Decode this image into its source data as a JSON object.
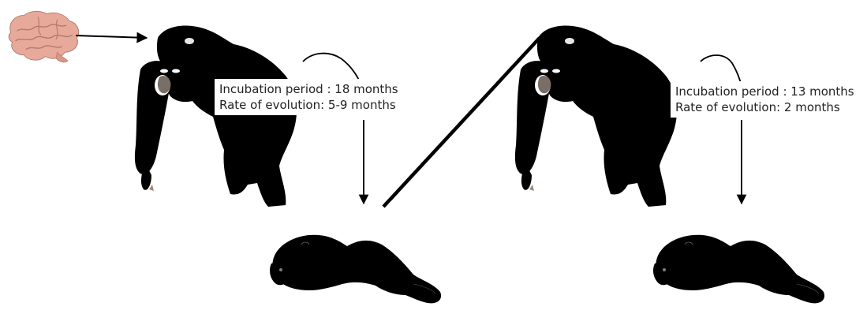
{
  "captions": [
    {
      "incubation": "Incubation period : 18 months",
      "evolution": "Rate of evolution: 5-9 months"
    },
    {
      "incubation": "Incubation period : 13 months",
      "evolution": "Rate of evolution: 2 months"
    }
  ],
  "icons": {
    "brain": "brain-icon",
    "sick_primate": "standing-primate-silhouette",
    "dead_primate": "lying-primate-silhouette"
  },
  "colors": {
    "silhouette": "#000000",
    "brain": "#e7a99a",
    "text": "#222222"
  }
}
